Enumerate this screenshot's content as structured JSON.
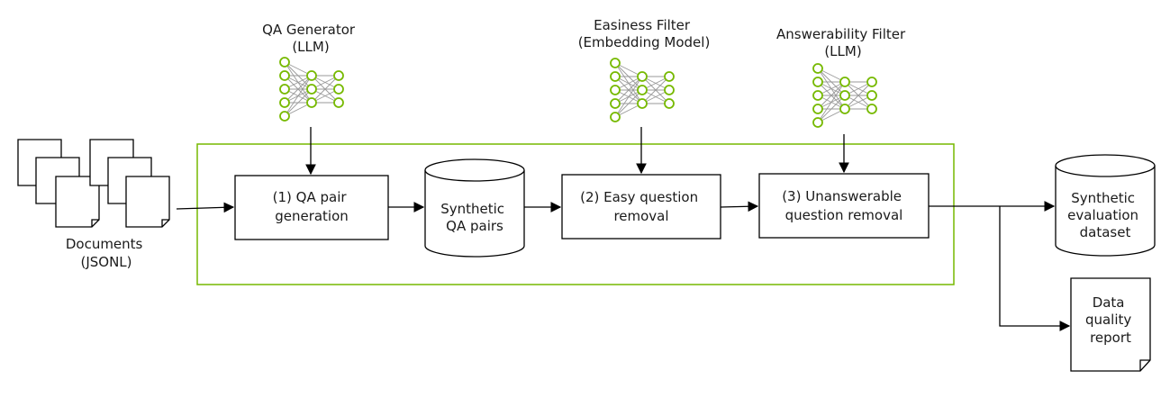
{
  "colors": {
    "pipeline_border": "#76b900",
    "node": "#76b900",
    "line": "#000000",
    "net_edge": "#9a9a9a"
  },
  "models": {
    "qa_generator": [
      "QA Generator",
      "(LLM)"
    ],
    "easiness_filter": [
      "Easiness Filter",
      "(Embedding Model)"
    ],
    "answerability_filter": [
      "Answerability Filter",
      "(LLM)"
    ]
  },
  "inputs": {
    "documents": [
      "Documents",
      "(JSONL)"
    ]
  },
  "steps": {
    "qa_generation": [
      "(1) QA pair",
      "generation"
    ],
    "easy_removal": [
      "(2) Easy question",
      "removal"
    ],
    "unanswerable_removal": [
      "(3) Unanswerable",
      "question removal"
    ]
  },
  "stores": {
    "synthetic_qa": [
      "Synthetic",
      "QA pairs"
    ],
    "eval_dataset": [
      "Synthetic",
      "evaluation",
      "dataset"
    ]
  },
  "outputs": {
    "report": [
      "Data",
      "quality",
      "report"
    ]
  }
}
